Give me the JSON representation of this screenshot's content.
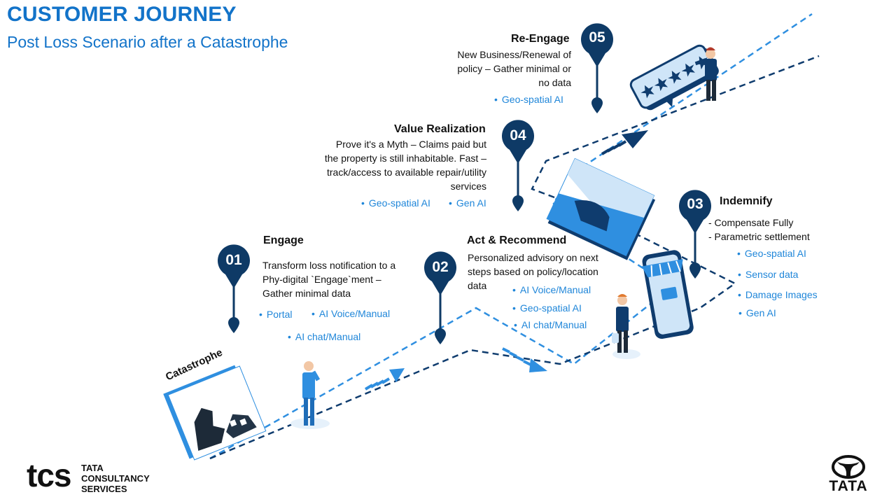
{
  "title": "CUSTOMER JOURNEY",
  "subtitle": "Post Loss Scenario after a Catastrophe",
  "catastrophe_label": "Catastrophe",
  "stages": [
    {
      "number": "01",
      "title": "Engage",
      "description": "Transform loss notification to a Phy-digital `Engage`ment – Gather minimal data",
      "tags": [
        "Portal",
        "AI Voice/Manual",
        "AI chat/Manual"
      ]
    },
    {
      "number": "02",
      "title": "Act & Recommend",
      "description": "Personalized advisory on next steps based on policy/location data",
      "tags": [
        "AI Voice/Manual",
        "Geo-spatial AI",
        "AI chat/Manual"
      ]
    },
    {
      "number": "03",
      "title": "Indemnify",
      "description_lines": [
        "- Compensate Fully",
        "- Parametric settlement"
      ],
      "tags": [
        "Geo-spatial AI",
        "Sensor data",
        "Damage Images",
        "Gen AI"
      ]
    },
    {
      "number": "04",
      "title": "Value Realization",
      "description": "Prove it's a Myth – Claims paid but the property is still inhabitable. Fast –track/access to available repair/utility services",
      "tags": [
        "Geo-spatial AI",
        "Gen AI"
      ]
    },
    {
      "number": "05",
      "title": "Re-Engage",
      "description": "New Business/Renewal of policy – Gather minimal or no data",
      "tags": [
        "Geo-spatial AI"
      ]
    }
  ],
  "logos": {
    "tcs_mark": "tcs",
    "tcs_line1": "TATA",
    "tcs_line2": "CONSULTANCY",
    "tcs_line3": "SERVICES",
    "tata": "TATA"
  },
  "colors": {
    "heading_blue": "#1273c9",
    "tag_blue": "#1f86d9",
    "pin_navy": "#0e3a66",
    "path_navy": "#0f3c6e",
    "path_light": "#2f8fe0"
  }
}
